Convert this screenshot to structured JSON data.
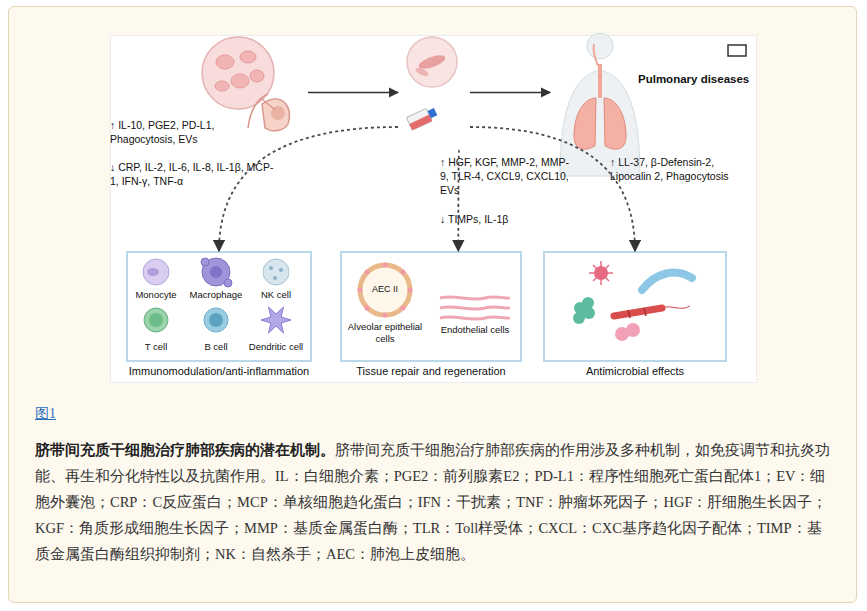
{
  "diagram": {
    "title": "脐带间充质干细胞治疗肺部疾病的潜在机制。",
    "caption": "脐带间充质干细胞治疗肺部疾病的作用涉及多种机制，如免疫调节和抗炎功能、再生和分化特性以及抗菌作用。IL：白细胞介素；PGE2：前列腺素E2；PD-L1：程序性细胞死亡蛋白配体1；EV：细胞外囊泡；CRP：C反应蛋白；MCP：单核细胞趋化蛋白；IFN：干扰素；TNF：肿瘤坏死因子；HGF：肝细胞生长因子；KGF：角质形成细胞生长因子；MMP：基质金属蛋白酶；TLR：Toll样受体；CXCL：CXC基序趋化因子配体；TIMP：基质金属蛋白酶组织抑制剂；NK：自然杀手；AEC：肺泡上皮细胞。",
    "nodes": [
      {
        "text": []
      },
      {
        "text": []
      },
      {
        "text": [
          "Pulmonary diseases"
        ]
      },
      {
        "text": [
          "Immunomodulation/anti-inflammation"
        ]
      },
      {
        "text": [
          "Tissue repair and regeneration"
        ]
      },
      {
        "text": [
          "Antimicrobial effects"
        ]
      },
      {
        "text": [
          "AEC II",
          "Alveolar epithelial cells"
        ],
        "in": 4
      }
    ],
    "edges": [
      {
        "from": 0,
        "to": 1,
        "arrow": "to"
      },
      {
        "from": 1,
        "to": 2,
        "arrow": "to"
      },
      {
        "from": 1,
        "to": 3,
        "arrow": "to"
      },
      {
        "from": 1,
        "to": 4,
        "arrow": "to"
      },
      {
        "from": 1,
        "to": 5,
        "arrow": "to"
      }
    ],
    "labels": [
      "↑ IL-10, PGE2, PD-L1, Phagocytosis, EVs",
      "↓ CRP, IL-2, IL-6, IL-8, IL-1β, MCP-1, IFN-γ, TNF-α",
      "↑ HGF, KGF, MMP-2, MMP-9, TLR-4, CXCL9, CXCL10, EVs",
      "↓ TIMPs, IL-1β",
      "↑ LL-37, β-Defensin-2, Lipocalin 2, Phagocytosis",
      "Monocyte",
      "Macrophage",
      "NK cell",
      "T cell",
      "B cell",
      "Dendritic cell",
      "Endothelial cells",
      "图1"
    ]
  }
}
